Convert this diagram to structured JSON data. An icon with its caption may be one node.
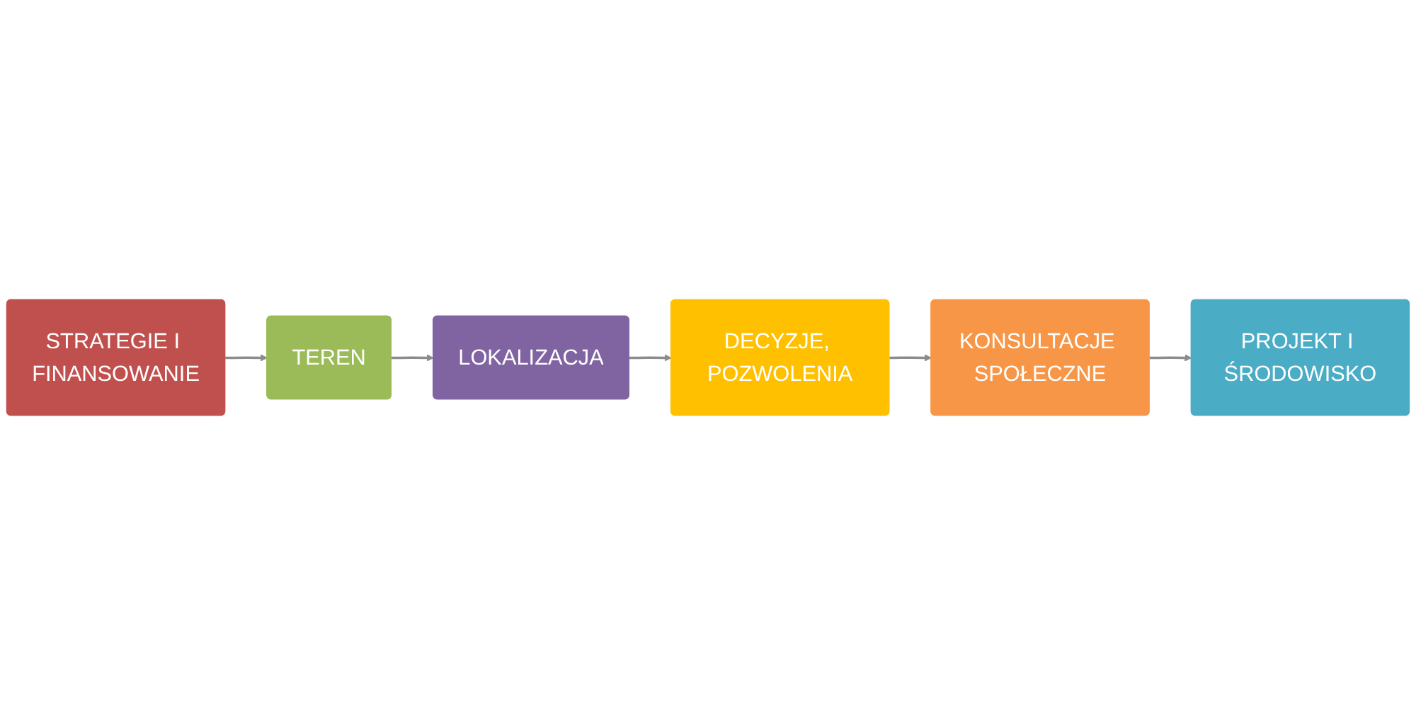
{
  "diagram": {
    "nodes": [
      {
        "text": [
          "STRATEGIE I FINANSOWANIE"
        ]
      },
      {
        "text": [
          "LOKALIZACJA"
        ]
      },
      {
        "text": [
          "TEREN"
        ]
      },
      {
        "text": [
          "DECYZJE, POZWOLENIA"
        ]
      },
      {
        "text": [
          "KONSULTACJE SPOŁECZNE"
        ]
      },
      {
        "text": [
          "PROJEKT I ŚRODOWISKO"
        ]
      }
    ],
    "edges": [
      {
        "from": 0,
        "to": 2,
        "arrow": "to"
      },
      {
        "from": 2,
        "to": 1,
        "arrow": "to"
      },
      {
        "from": 1,
        "to": 3,
        "arrow": "to"
      },
      {
        "from": 3,
        "to": 4,
        "arrow": "to"
      },
      {
        "from": 4,
        "to": 5,
        "arrow": "to"
      }
    ]
  }
}
